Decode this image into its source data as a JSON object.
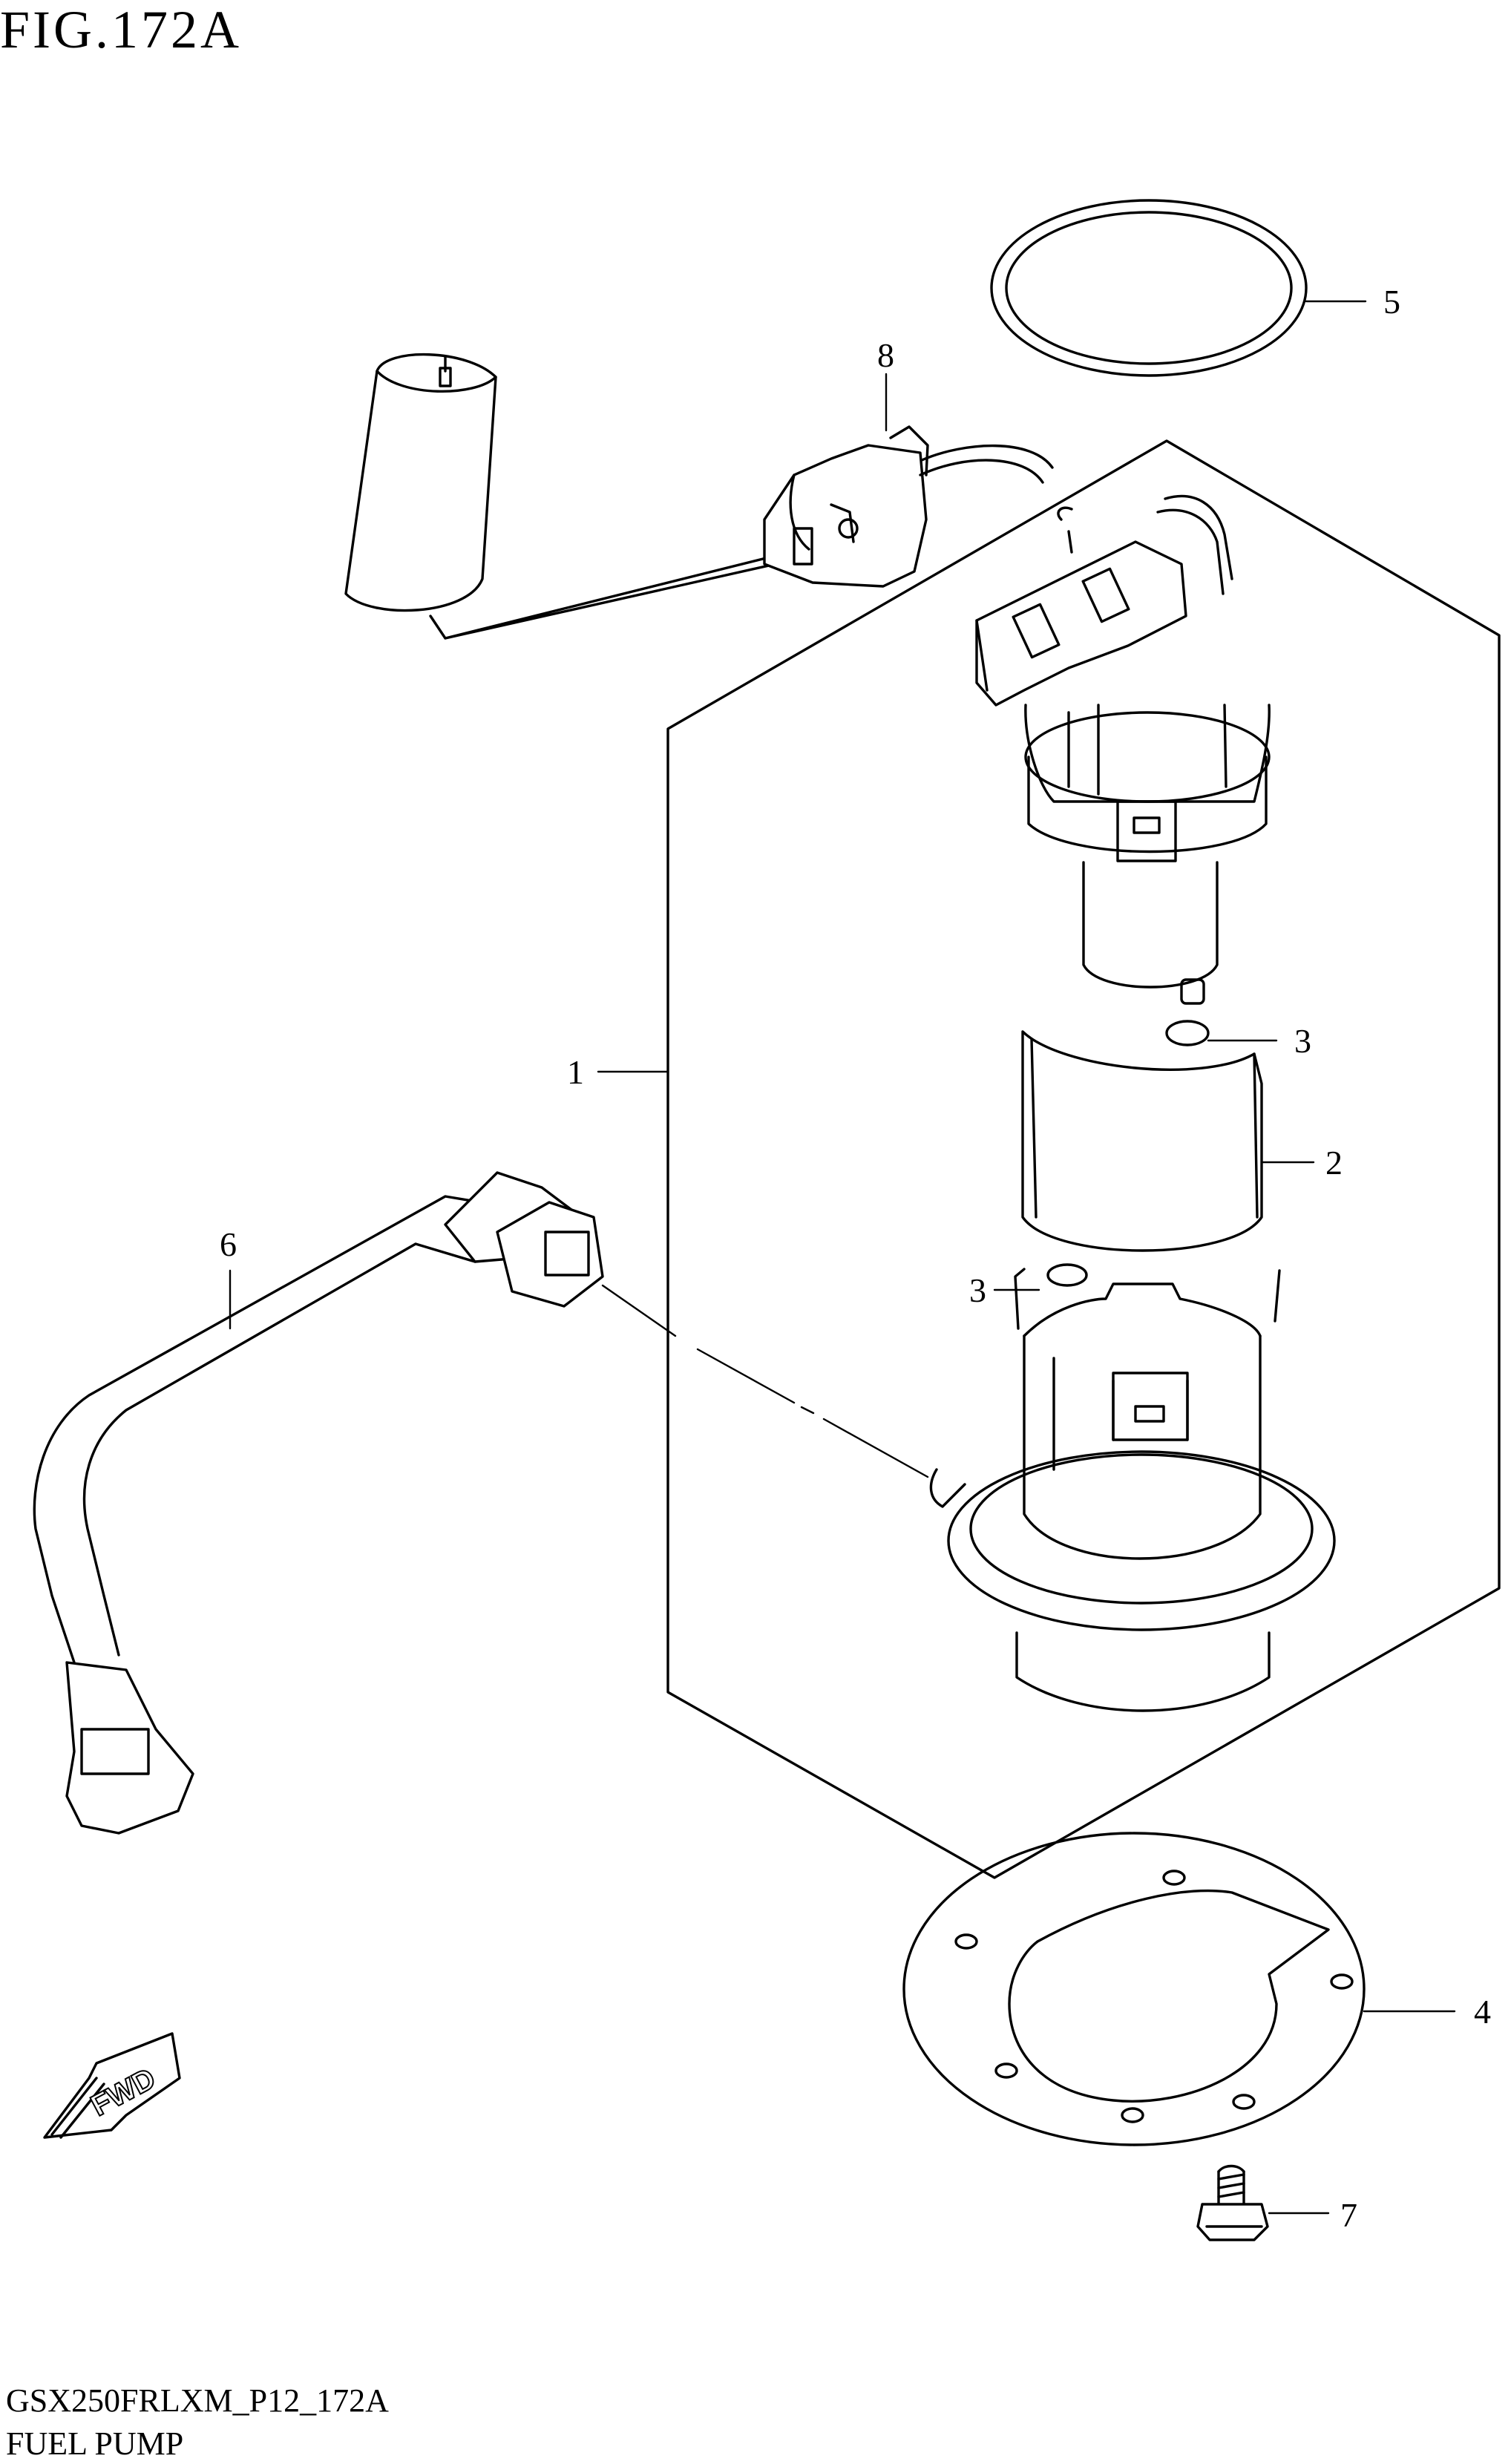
{
  "figure": {
    "title": "FIG.172A"
  },
  "callouts": [
    {
      "id": "1",
      "label": "1"
    },
    {
      "id": "2",
      "label": "2"
    },
    {
      "id": "3a",
      "label": "3"
    },
    {
      "id": "3b",
      "label": "3"
    },
    {
      "id": "4",
      "label": "4"
    },
    {
      "id": "5",
      "label": "5"
    },
    {
      "id": "6",
      "label": "6"
    },
    {
      "id": "7",
      "label": "7"
    },
    {
      "id": "8",
      "label": "8"
    }
  ],
  "fwd_arrow": {
    "text": "FWD"
  },
  "footer": {
    "code": "GSX250FRLXM_P12_172A",
    "name": "FUEL PUMP"
  }
}
